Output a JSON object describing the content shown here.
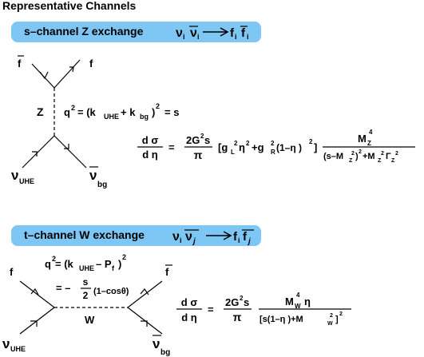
{
  "title": "Representative Channels",
  "s_channel": {
    "box_label": "s–channel Z  exchange",
    "reaction": "νᵢ ν̅ᵢ ⟶ fᵢ f̅ᵢ",
    "reaction_parts": {
      "nu": "ν",
      "i": "i",
      "f": "f"
    },
    "diagram": {
      "fbar_label": "f",
      "f_label": "f",
      "boson_label": "Z",
      "nu_uhe": "ν",
      "nu_uhe_sub": "UHE",
      "nu_bg": "ν",
      "nu_bg_sub": "bg",
      "q2_q": "q",
      "q2_exp": "2",
      "q2_eq": "= (k",
      "q2_uhe_sub": "UHE",
      "q2_plus": "+ k",
      "q2_bg_sub": "bg",
      "q2_close": ")",
      "q2_exp2": "2",
      "q2_end": "= s"
    },
    "formula": {
      "lhs_num": "d σ",
      "lhs_den": "d η",
      "eq": "=",
      "c_num": "2G",
      "c_num_exp": "2",
      "c_num_tail": "s",
      "c_den": "π",
      "bracket": "[g",
      "gL_sub": "L",
      "gL_exp": "2",
      "eta2": "η",
      "eta2_exp": "2",
      "plus_g": "+g",
      "gR_exp": "2",
      "gR_sub": "R",
      "one_minus": "(1–η )",
      "close_exp": "2",
      "close": "]",
      "mz_num": "M",
      "mz_num_sub": "Z",
      "mz_num_exp": "4",
      "den_a": "(s–M",
      "den_z1": "Z",
      "den_exp1": "2",
      "den_b": ")",
      "den_exp2": "2",
      "den_c": "+M",
      "den_z2": "Z",
      "den_exp3": "2",
      "den_d": "Γ",
      "den_z3": "Z",
      "den_exp4": "2"
    }
  },
  "t_channel": {
    "box_label": "t–channel W  exchange",
    "reaction_parts": {
      "nu": "ν",
      "i": "i",
      "j": "j",
      "f": "f"
    },
    "diagram": {
      "f_label": "f",
      "fbar_label": "f",
      "boson_label": "W",
      "nu_uhe": "ν",
      "nu_uhe_sub": "UHE",
      "nu_bg": "ν",
      "nu_bg_sub": "bg",
      "q2_q": "q",
      "q2_exp": "2",
      "q2_eq": "= (k",
      "q2_uhe_sub": "UHE",
      "q2_minus": "– P",
      "q2_f_sub": "f",
      "q2_close": ")",
      "q2_exp2": "2",
      "line2_eq": "= –",
      "s_num": "s",
      "s_den": "2",
      "cos": "(1–cosθ)"
    },
    "formula": {
      "lhs_num": "d σ",
      "lhs_den": "d η",
      "eq": "=",
      "c_num": "2G",
      "c_num_exp": "2",
      "c_num_tail": "s",
      "c_den": "π",
      "mw_num": "M",
      "mw_num_sub": "W",
      "mw_num_exp": "4",
      "mw_num_eta": "η",
      "den_a": "[s(1–η )+M",
      "den_w": "W",
      "den_exp1": "2",
      "den_b": "]",
      "den_exp2": "2"
    }
  },
  "colors": {
    "box": "#7ec6f4",
    "ink": "#000000"
  }
}
